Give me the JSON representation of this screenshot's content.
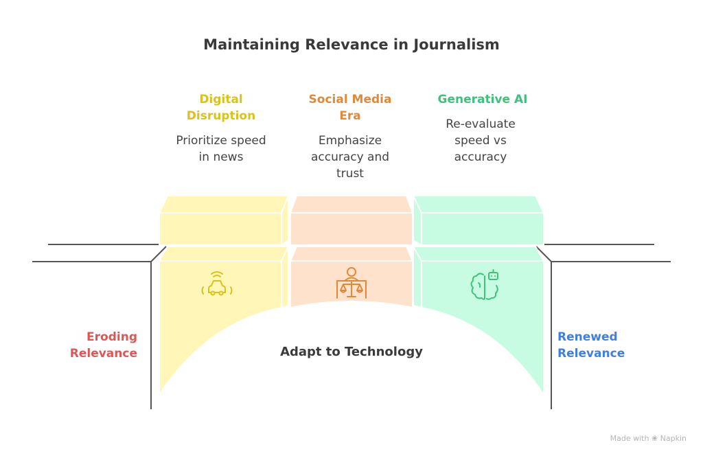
{
  "title": "Maintaining Relevance in Journalism",
  "stages": [
    {
      "heading": "Digital Disruption",
      "heading_lines": [
        "Digital",
        "Disruption"
      ],
      "description_lines": [
        "Prioritize speed",
        "in news"
      ],
      "icon": "autonomous-car-icon",
      "color": "#d9c21a",
      "fill": "#fff6b8"
    },
    {
      "heading": "Social Media Era",
      "heading_lines": [
        "Social Media",
        "Era"
      ],
      "description_lines": [
        "Emphasize",
        "accuracy and",
        "trust"
      ],
      "icon": "judge-scales-icon",
      "color": "#e0893a",
      "fill": "#ffe2cb"
    },
    {
      "heading": "Generative AI",
      "heading_lines": [
        "Generative AI"
      ],
      "description_lines": [
        "Re-evaluate",
        "speed vs",
        "accuracy"
      ],
      "icon": "ai-brain-robot-icon",
      "color": "#3ec27a",
      "fill": "#c8fce2"
    }
  ],
  "left_label": {
    "lines": [
      "Eroding",
      "Relevance"
    ],
    "color": "#e05555"
  },
  "right_label": {
    "lines": [
      "Renewed",
      "Relevance"
    ],
    "color": "#3f7fe0"
  },
  "center_label": "Adapt to Technology",
  "footer": "Made with ❀ Napkin"
}
